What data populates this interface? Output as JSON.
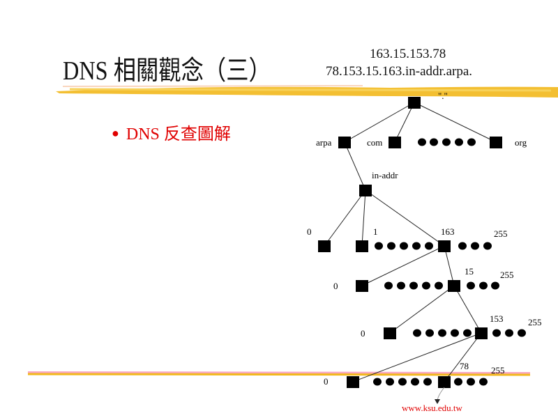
{
  "slide": {
    "title": "DNS 相關觀念（三）",
    "ip_address": "163.15.153.78",
    "reverse_name": "78.153.15.163.in-addr.arpa.",
    "bullet": "DNS 反查圖解",
    "footer_link": "www.ksu.edu.tw"
  },
  "tree": {
    "root_label": "\".\"",
    "top_labels": [
      "arpa",
      "com",
      "org"
    ],
    "in_addr_label": "in-addr",
    "level1": {
      "labels": [
        "0",
        "1",
        "163",
        "255"
      ]
    },
    "level2": {
      "labels": [
        "0",
        "15",
        "255"
      ]
    },
    "level3": {
      "labels": [
        "0",
        "153",
        "255"
      ]
    },
    "level4": {
      "labels": [
        "0",
        "78",
        "255"
      ]
    }
  },
  "colors": {
    "accent_red": "#e00000",
    "brush_yellow": "#f2b81c"
  }
}
